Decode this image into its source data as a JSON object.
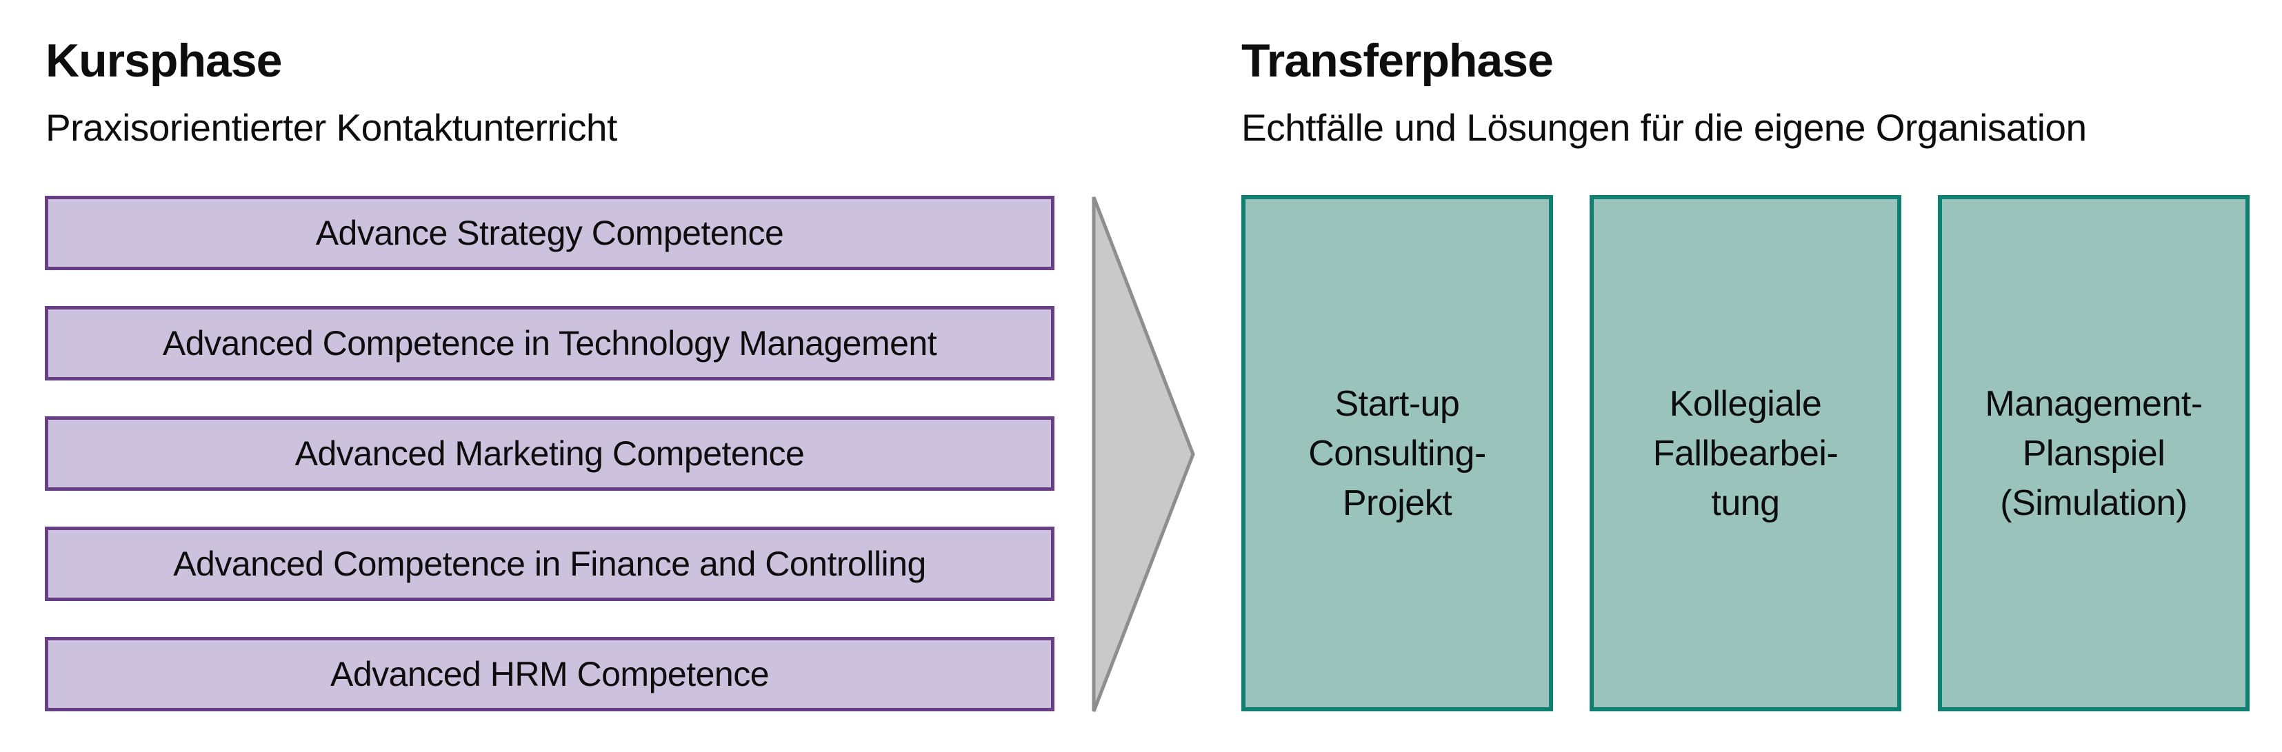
{
  "kursphase": {
    "title": "Kursphase",
    "subtitle": "Praxisorientierter Kontaktunterricht",
    "modules": [
      "Advance Strategy Competence",
      "Advanced Competence in Technology Management",
      "Advanced Marketing Competence",
      "Advanced Competence in Finance and Controlling",
      "Advanced HRM Competence"
    ]
  },
  "transferphase": {
    "title": "Transferphase",
    "subtitle": "Echtfälle und Lösungen für die eigene Organisation",
    "activities": [
      {
        "lines": [
          "Start-up",
          "Consulting-",
          "Projekt"
        ]
      },
      {
        "lines": [
          "Kollegiale",
          "Fallbearbei-",
          "tung"
        ]
      },
      {
        "lines": [
          "Management-",
          "Planspiel",
          "(Simulation)"
        ]
      }
    ]
  },
  "colors": {
    "text": "#0d0d0d",
    "module_fill": "#ccc2de",
    "module_border": "#6a3e85",
    "activity_fill": "#9ac3bb",
    "activity_border": "#0e7f71",
    "arrow_fill": "#c9c9c9",
    "arrow_stroke": "#8e8e8e"
  }
}
